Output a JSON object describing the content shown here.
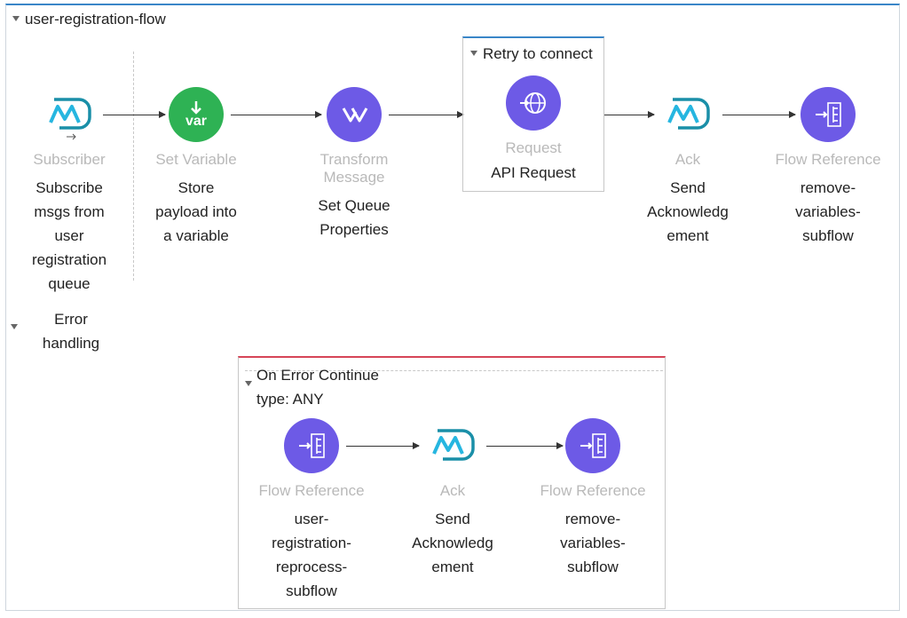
{
  "flow": {
    "title": "user-registration-flow",
    "components": [
      {
        "type": "Subscriber",
        "name_lines": [
          "Subscribe",
          "msgs from",
          "user",
          "registration",
          "queue"
        ],
        "icon": "mq-subscriber-icon"
      },
      {
        "type": "Set Variable",
        "name_lines": [
          "Store",
          "payload into",
          "a variable"
        ],
        "icon": "var-icon",
        "icon_text": "var"
      },
      {
        "type": "Transform Message",
        "name_lines": [
          "Set Queue",
          "Properties"
        ],
        "icon": "transform-icon"
      },
      {
        "type": "Request",
        "name_lines": [
          "API Request"
        ],
        "icon": "globe-request-icon"
      },
      {
        "type": "Ack",
        "name_lines": [
          "Send",
          "Acknowledg",
          "ement"
        ],
        "icon": "mq-ack-icon"
      },
      {
        "type": "Flow Reference",
        "name_lines": [
          "remove-",
          "variables-",
          "subflow"
        ],
        "icon": "flow-reference-icon"
      }
    ],
    "retry_scope": {
      "title": "Retry to connect"
    }
  },
  "error_handling": {
    "label_lines": [
      "Error",
      "handling"
    ],
    "on_error": {
      "title": "On Error Continue",
      "type_label": "type: ANY",
      "components": [
        {
          "type": "Flow Reference",
          "name_lines": [
            "user-",
            "registration-",
            "reprocess-",
            "subflow"
          ],
          "icon": "flow-reference-icon"
        },
        {
          "type": "Ack",
          "name_lines": [
            "Send",
            "Acknowledg",
            "ement"
          ],
          "icon": "mq-ack-icon"
        },
        {
          "type": "Flow Reference",
          "name_lines": [
            "remove-",
            "variables-",
            "subflow"
          ],
          "icon": "flow-reference-icon"
        }
      ]
    }
  },
  "colors": {
    "accent_blue": "#3a86c8",
    "icon_purple": "#6d5ae6",
    "icon_green": "#2eb254",
    "mq_teal": "#1aa3c8",
    "error_red": "#d64557"
  }
}
